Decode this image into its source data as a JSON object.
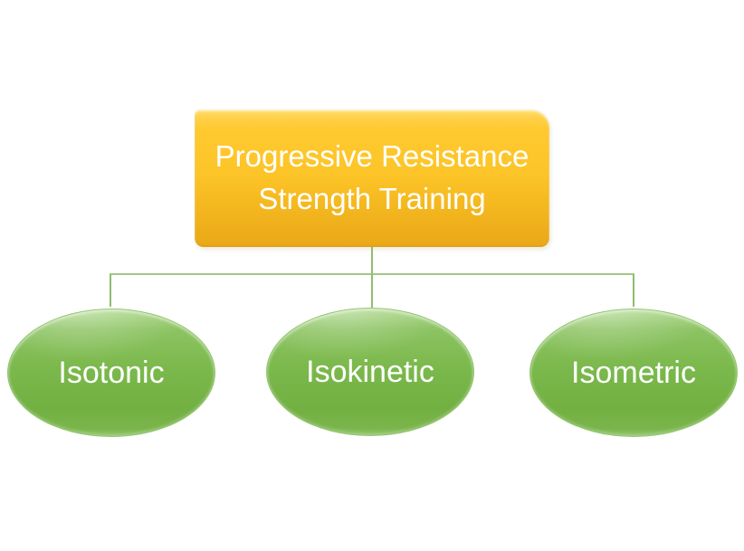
{
  "diagram": {
    "title_node": {
      "label": "Progressive Resistance Strength Training"
    },
    "child_nodes": [
      {
        "label": "Isotonic"
      },
      {
        "label": "Isokinetic"
      },
      {
        "label": "Isometric"
      }
    ],
    "colors": {
      "root_fill_top": "#ffd14a",
      "root_fill_mid": "#fcc427",
      "root_fill_bottom": "#e9a819",
      "child_fill_top": "#a9d586",
      "child_fill_mid": "#7cb94d",
      "child_fill_bottom": "#72b042",
      "connector": "#8fbd6d",
      "text": "#ffffff",
      "background": "#ffffff"
    }
  }
}
